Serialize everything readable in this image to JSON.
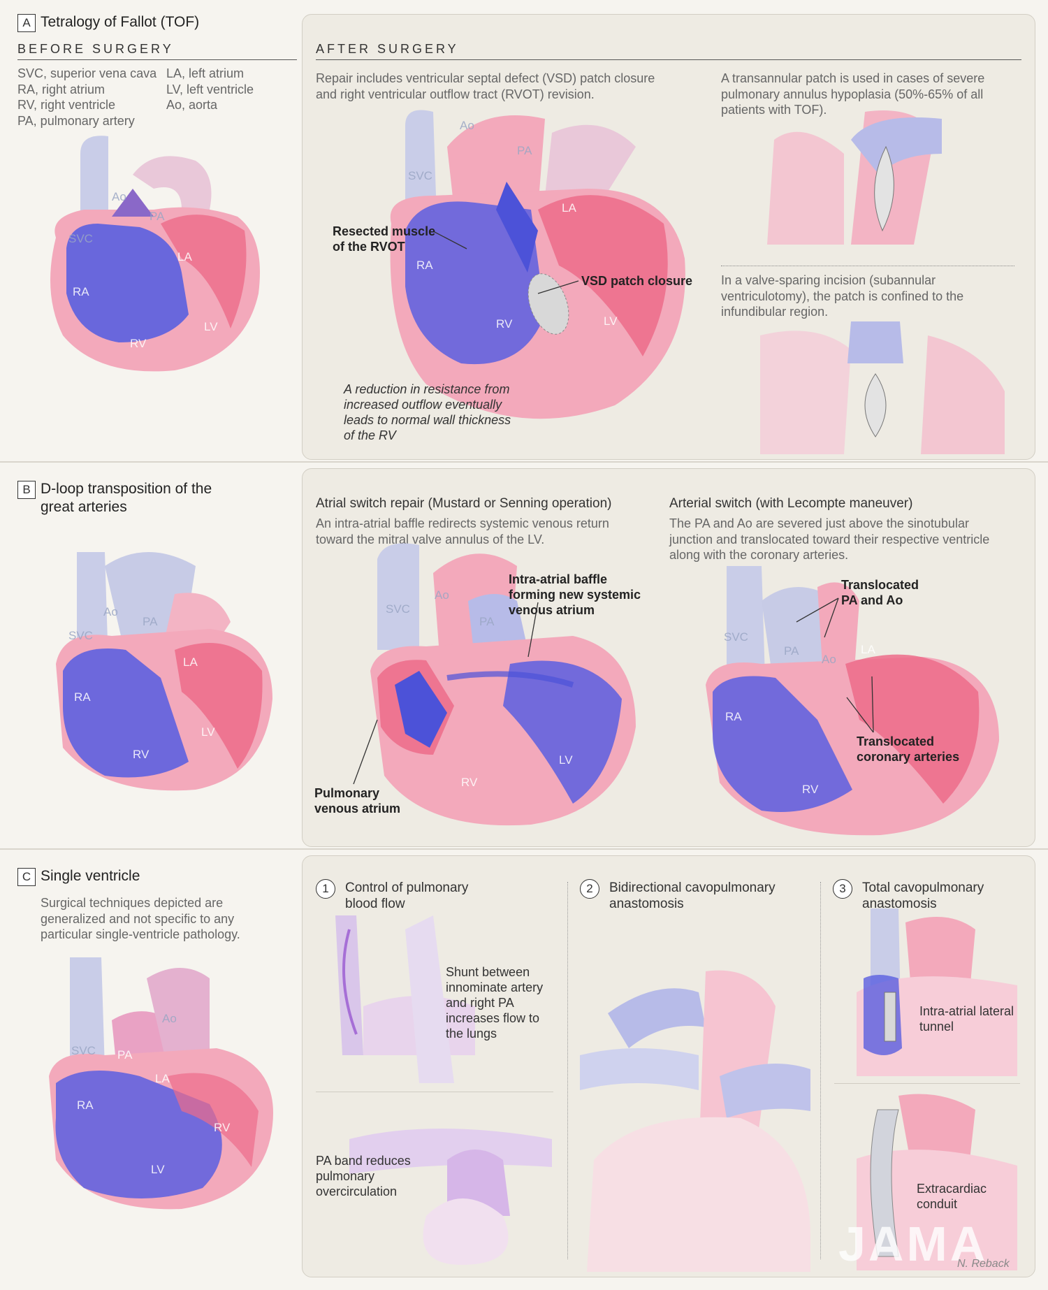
{
  "sectionA": {
    "letter": "A",
    "title": "Tetralogy of Fallot (TOF)",
    "before_heading": "BEFORE SURGERY",
    "after_heading": "AFTER SURGERY",
    "legend": [
      "SVC, superior vena cava",
      "RA, right atrium",
      "RV, right ventricle",
      "PA, pulmonary artery",
      "LA, left atrium",
      "LV, left ventricle",
      "Ao, aorta"
    ],
    "repair_text": "Repair includes ventricular septal defect (VSD) patch closure and right ventricular outflow tract (RVOT) revision.",
    "transannular_text": "A transannular patch is used in cases of severe pulmonary annulus hypoplasia (50%-65% of all patients with TOF).",
    "valve_sparing_text": "In a valve-sparing incision (subannular ventriculotomy), the patch is confined to the infundibular region.",
    "resected_label": "Resected muscle of the RVOT",
    "vsd_label": "VSD patch closure",
    "reduction_text": "A reduction in resistance from increased outflow eventually leads to normal wall thickness of the RV"
  },
  "sectionB": {
    "letter": "B",
    "title": "D-loop transposition of the great arteries",
    "atrial_title": "Atrial switch repair (Mustard or Senning operation)",
    "atrial_text": "An intra-atrial baffle redirects systemic venous return toward the mitral valve annulus of the LV.",
    "arterial_title": "Arterial switch (with Lecompte maneuver)",
    "arterial_text": "The PA and Ao are severed just above the sinotubular junction and translocated toward their respective ventricle along with the coronary arteries.",
    "baffle_label": "Intra-atrial baffle forming new systemic venous atrium",
    "pulm_atrium_label": "Pulmonary venous atrium",
    "translocated_pa_ao": "Translocated PA and Ao",
    "translocated_coronary": "Translocated coronary arteries"
  },
  "sectionC": {
    "letter": "C",
    "title": "Single ventricle",
    "note": "Surgical techniques depicted are generalized and not specific to any particular single-ventricle pathology.",
    "step1_num": "1",
    "step1_title": "Control of pulmonary blood flow",
    "step2_num": "2",
    "step2_title": "Bidirectional cavopulmonary anastomosis",
    "step3_num": "3",
    "step3_title": "Total cavopulmonary anastomosis",
    "shunt_label": "Shunt between innominate artery and right PA increases flow to the lungs",
    "pa_band_label": "PA band reduces pulmonary overcirculation",
    "tunnel_label": "Intra-atrial lateral tunnel",
    "conduit_label": "Extracardiac conduit"
  },
  "heart_labels": {
    "svc": "SVC",
    "ra": "RA",
    "rv": "RV",
    "pa": "PA",
    "la": "LA",
    "lv": "LV",
    "ao": "Ao"
  },
  "footer": {
    "logo": "JAMA",
    "signature": "N. Reback"
  },
  "colors": {
    "blue": "#5a5fe0",
    "pink": "#ee7a96",
    "panel": "#eeebe3",
    "line": "#333333"
  }
}
